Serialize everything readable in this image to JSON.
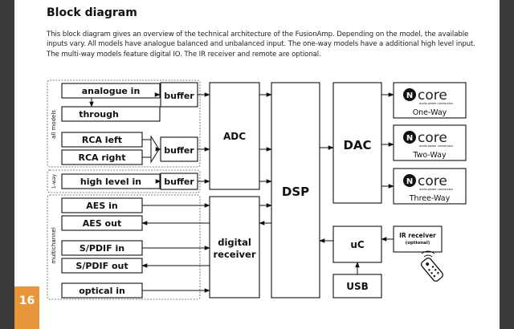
{
  "page": {
    "title": "Block diagram",
    "intro": "This block diagram gives an overview of the technical architecture of the FusionAmp. Depending on the model, the available inputs vary. All models have analogue balanced and unbalanced input. The one-way models have a additional high level input. The multi-way models feature digital IO. The IR receiver and remote are optional.",
    "page_number": "16"
  },
  "diagram": {
    "groups": {
      "all_models": "all models",
      "one_way": "1-way",
      "multichannel": "multichannel"
    },
    "inputs": {
      "analogue_in": "analogue in",
      "through": "through",
      "rca_left": "RCA left",
      "rca_right": "RCA right",
      "high_level_in": "high level in",
      "aes_in": "AES in",
      "aes_out": "AES out",
      "spdif_in": "S/PDIF in",
      "spdif_out": "S/PDIF out",
      "optical_in": "optical in"
    },
    "blocks": {
      "buffer": "buffer",
      "adc": "ADC",
      "digital_receiver_1": "digital",
      "digital_receiver_2": "receiver",
      "dsp": "DSP",
      "dac": "DAC",
      "uc": "uC",
      "usb": "USB",
      "ir_receiver": "IR receiver",
      "ir_optional": "(optional)"
    },
    "outputs": {
      "logo_letter": "N",
      "brand": "core",
      "tagline": "audio power conversion",
      "one_way": "One-Way",
      "two_way": "Two-Way",
      "three_way": "Three-Way"
    }
  }
}
